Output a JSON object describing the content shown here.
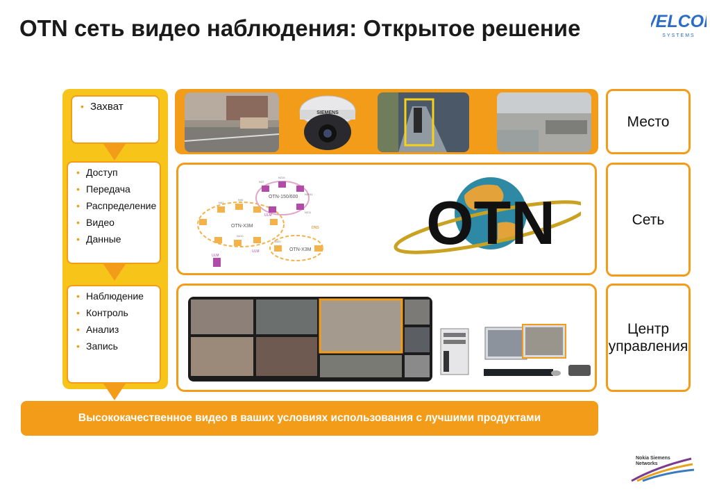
{
  "title": "OTN сеть видео наблюдения: Открытое решение",
  "logos": {
    "top_right": {
      "text": "WELCOM",
      "subtext": "SYSTEMS"
    },
    "bottom_right": {
      "line1": "Nokia Siemens",
      "line2": "Networks"
    }
  },
  "left_column": {
    "capture_items": [
      "Захват"
    ],
    "network_items": [
      "Доступ",
      "Передача",
      "Распределение",
      "Видео",
      "Данные"
    ],
    "control_items": [
      "Наблюдение",
      "Контроль",
      "Анализ",
      "Запись"
    ]
  },
  "right_labels": {
    "place": "Место",
    "network": "Сеть",
    "center": "Центр управления"
  },
  "camera_brand": "SIEMENS",
  "otn_logo_text": "OTN",
  "network_diagram": {
    "ring_main": "OTN-X3M",
    "ring_core": "OTN-150/600",
    "ring_sub": "OTN-X3M",
    "nodes": [
      "N22",
      "N215",
      "N40",
      "N41",
      "N2011",
      "N410",
      "N211",
      "N420"
    ],
    "ulm_labels": [
      "ULM",
      "ULM",
      "ULM"
    ],
    "side_label": "DNS"
  },
  "banner": "Высококачественное видео в ваших условиях использования с лучшими продуктами",
  "colors": {
    "orange": "#f39c1a",
    "yellow": "#f7c51a",
    "banner_text": "#ffffff"
  }
}
